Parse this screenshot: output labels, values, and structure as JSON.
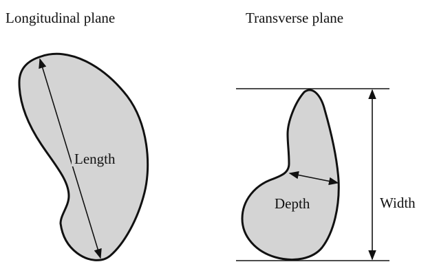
{
  "titles": {
    "longitudinal": "Longitudinal plane",
    "transverse": "Transverse plane"
  },
  "labels": {
    "length": "Length",
    "depth": "Depth",
    "width": "Width"
  },
  "colors": {
    "shape_fill": "#d4d4d4",
    "stroke": "#111111",
    "background": "#ffffff"
  }
}
